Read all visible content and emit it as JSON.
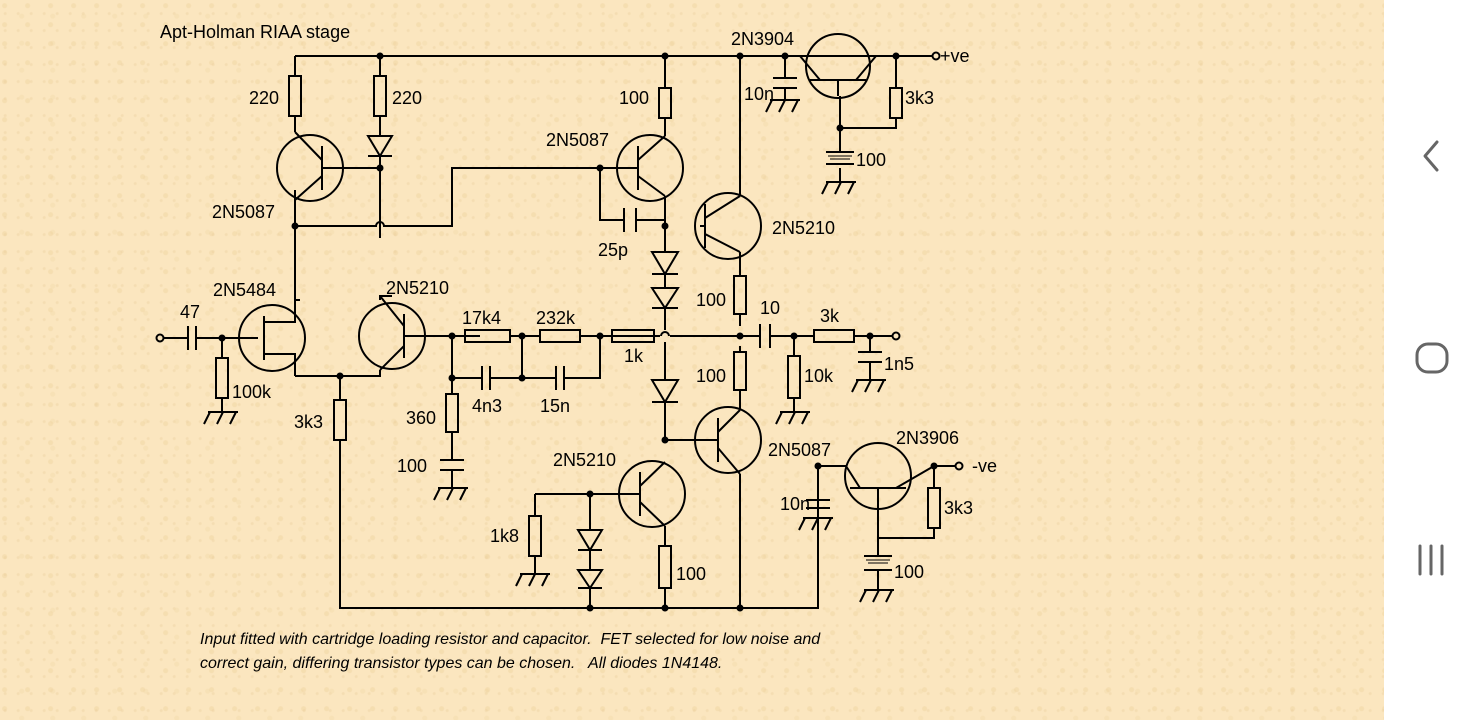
{
  "title": "Apt-Holman RIAA stage",
  "labels": {
    "q_2n3904": "2N3904",
    "pos_rail": "+ve",
    "neg_rail": "-ve",
    "r_220_left": "220",
    "r_220_right": "220",
    "r_100_top": "100",
    "c_10n_top": "10n",
    "r_3k3_top": "3k3",
    "c_100_top": "100",
    "q_2n5087_mid": "2N5087",
    "q_2n5087_left": "2N5087",
    "q_2n5210_right": "2N5210",
    "c_25p": "25p",
    "q_2n5484": "2N5484",
    "q_2n5210_left": "2N5210",
    "c_47": "47",
    "r_17k4": "17k4",
    "r_232k": "232k",
    "r_1k": "1k",
    "r_100_upper": "100",
    "c_10": "10",
    "r_3k": "3k",
    "r_100k": "100k",
    "c_4n3": "4n3",
    "c_15n": "15n",
    "r_100_lower": "100",
    "r_10k": "10k",
    "c_1n5": "1n5",
    "r_3k3_left": "3k3",
    "r_360": "360",
    "q_2n3906": "2N3906",
    "q_2n5087_bottom": "2N5087",
    "c_100_left": "100",
    "q_2n5210_bottom": "2N5210",
    "c_10n_bottom": "10n",
    "r_3k3_bottom": "3k3",
    "r_1k8": "1k8",
    "c_100_bottom": "100",
    "r_100_bottom": "100"
  },
  "caption": {
    "line1": "Input fitted with cartridge loading resistor and capacitor.  FET selected for low noise and",
    "line2": "correct gain, differing transistor types can be chosen.   All diodes 1N4148."
  },
  "nav": {
    "back_icon": "chevron-left-icon",
    "home_icon": "rounded-square-home-icon",
    "recents_icon": "three-bars-recents-icon"
  }
}
